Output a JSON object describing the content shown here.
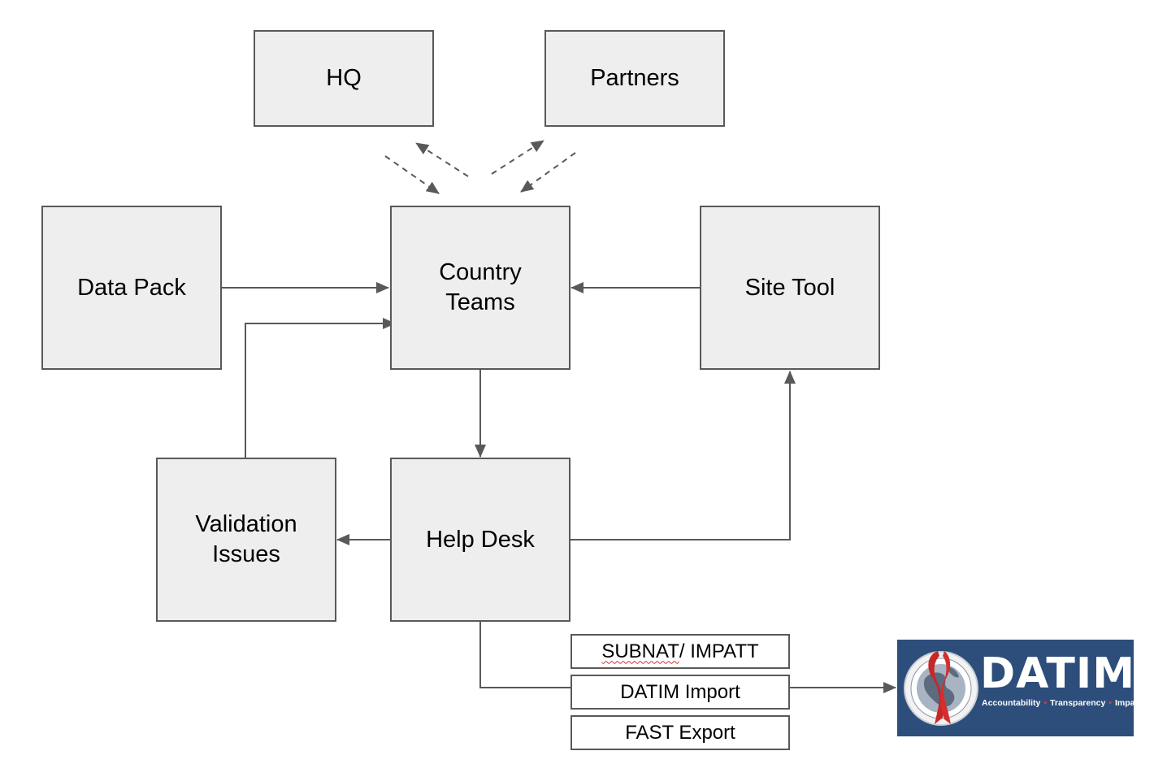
{
  "nodes": {
    "hq": "HQ",
    "partners": "Partners",
    "data_pack": "Data Pack",
    "country_teams_line1": "Country",
    "country_teams_line2": "Teams",
    "site_tool": "Site Tool",
    "validation_issues_line1": "Validation",
    "validation_issues_line2": "Issues",
    "help_desk": "Help Desk"
  },
  "outputs": {
    "subnat_part1": "SUBNAT",
    "subnat_part2": "/ IMPATT",
    "datim_import": "DATIM Import",
    "fast_export": "FAST Export"
  },
  "logo": {
    "word": "DATIM",
    "tag1": "Accountability",
    "tag2": "Transparency",
    "tag3": "Impact"
  },
  "colors": {
    "box_fill": "#eeeeee",
    "box_border": "#595959",
    "connector": "#595959",
    "logo_bg": "#2d4e7b",
    "spellcheck": "#d32f2f"
  }
}
